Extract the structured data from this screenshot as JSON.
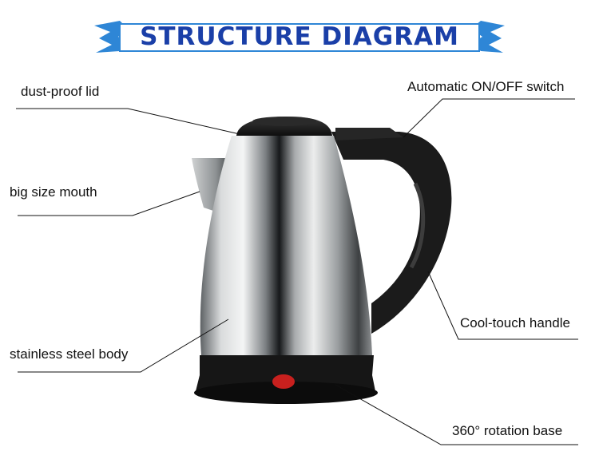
{
  "banner": {
    "title": "STRUCTURE DIAGRAM",
    "color": "#1a3fa8"
  },
  "labels": {
    "lid": "dust-proof lid",
    "mouth": "big size mouth",
    "body": "stainless steel body",
    "switch": "Automatic ON/OFF switch",
    "handle": "Cool-touch handle",
    "base": "360° rotation base"
  },
  "colors": {
    "banner_blue": "#2e86d6",
    "plastic": "#1b1b1b",
    "indicator": "#c8201e"
  }
}
